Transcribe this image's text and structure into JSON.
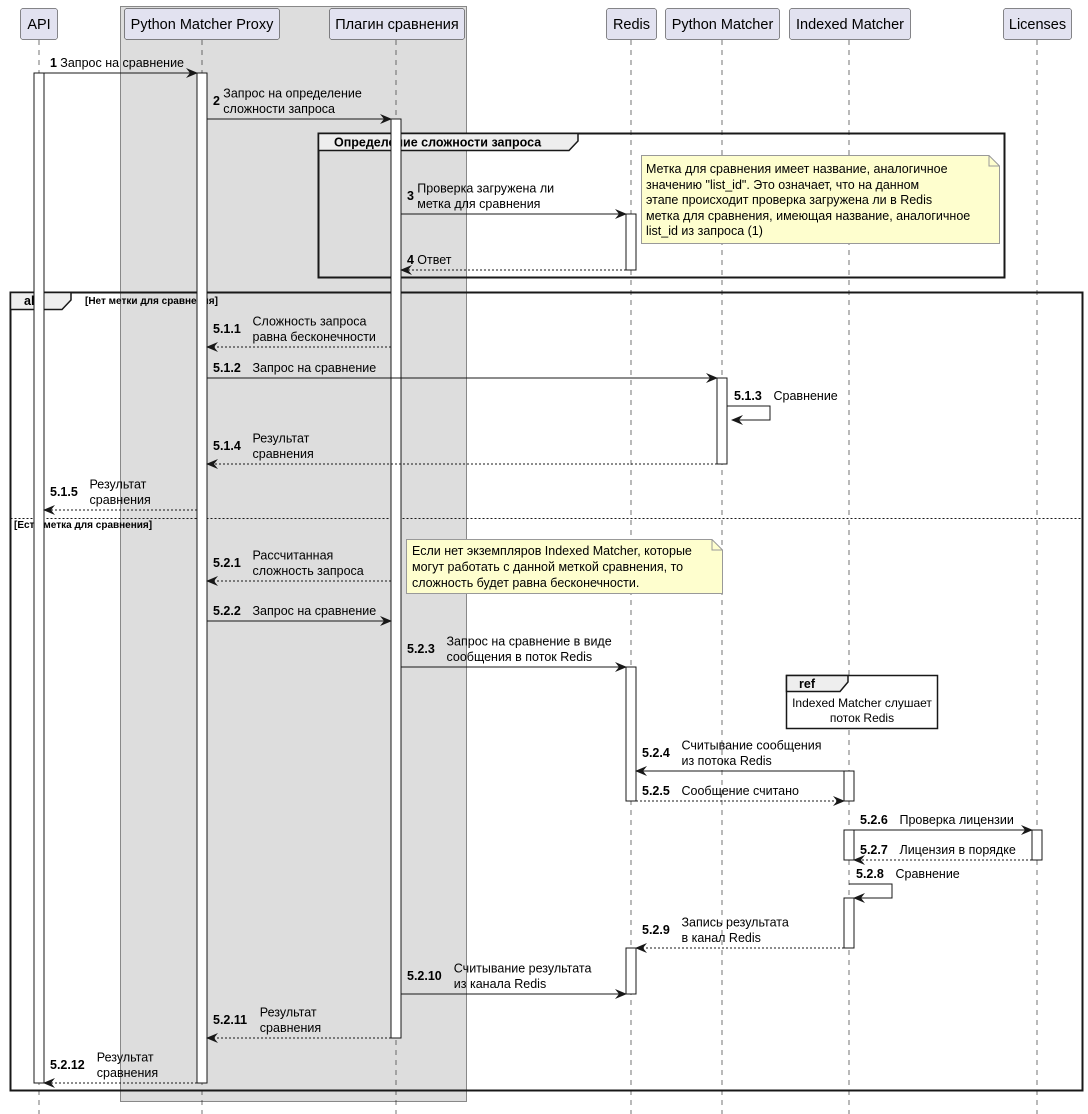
{
  "participants": [
    {
      "id": "api",
      "label": "API"
    },
    {
      "id": "proxy",
      "label": "Python Matcher Proxy"
    },
    {
      "id": "plugin",
      "label": "Плагин сравнения"
    },
    {
      "id": "redis",
      "label": "Redis"
    },
    {
      "id": "pymatcher",
      "label": "Python Matcher"
    },
    {
      "id": "indexed",
      "label": "Indexed Matcher"
    },
    {
      "id": "licenses",
      "label": "Licenses"
    }
  ],
  "highlight_box": {
    "participants": [
      "proxy",
      "plugin"
    ],
    "color": "#dddddd"
  },
  "colors": {
    "participant_fill": "#e2e2f0",
    "participant_border": "#181818",
    "note_fill": "#fefece",
    "frame_title_fill": "#eeeeee",
    "line": "#181818"
  },
  "groups": [
    {
      "type": "group",
      "title": "Определение сложности запроса"
    },
    {
      "type": "alt",
      "title": "alt",
      "guards": [
        "[Нет метки для сравнения]",
        "[Есть метка для сравнения]"
      ]
    },
    {
      "type": "ref",
      "title": "ref",
      "text": [
        "Indexed Matcher слушает",
        "поток Redis"
      ]
    }
  ],
  "notes": [
    {
      "lines": [
        "Метка для сравнения имеет название, аналогичное",
        "значению \"list_id\". Это означает, что на данном",
        "этапе происходит проверка загружена ли в Redis",
        "метка для сравнения, имеющая название, аналогичное",
        "list_id из запроса (1)"
      ]
    },
    {
      "lines": [
        "Если нет экземпляров Indexed Matcher, которые",
        "могут работать с данной меткой сравнения, то",
        "сложность будет равна бесконечности."
      ]
    }
  ],
  "messages": [
    {
      "num": "1",
      "from": "api",
      "to": "proxy",
      "style": "solid",
      "lines": [
        "Запрос на сравнение"
      ]
    },
    {
      "num": "2",
      "from": "proxy",
      "to": "plugin",
      "style": "solid",
      "lines": [
        "Запрос на определение",
        "сложности запроса"
      ]
    },
    {
      "num": "3",
      "from": "plugin",
      "to": "redis",
      "style": "solid",
      "lines": [
        "Проверка загружена ли",
        "метка для сравнения"
      ]
    },
    {
      "num": "4",
      "from": "redis",
      "to": "plugin",
      "style": "dashed",
      "lines": [
        "Ответ"
      ]
    },
    {
      "num": "5.1.1",
      "from": "plugin",
      "to": "proxy",
      "style": "dashed",
      "lines": [
        "Сложность запроса",
        "равна бесконечности"
      ]
    },
    {
      "num": "5.1.2",
      "from": "proxy",
      "to": "pymatcher",
      "style": "solid",
      "lines": [
        "Запрос на сравнение"
      ]
    },
    {
      "num": "5.1.3",
      "from": "pymatcher",
      "to": "pymatcher",
      "style": "solid",
      "lines": [
        "Сравнение"
      ]
    },
    {
      "num": "5.1.4",
      "from": "pymatcher",
      "to": "proxy",
      "style": "dashed",
      "lines": [
        "Результат",
        "сравнения"
      ]
    },
    {
      "num": "5.1.5",
      "from": "proxy",
      "to": "api",
      "style": "dashed",
      "lines": [
        "Результат",
        "сравнения"
      ]
    },
    {
      "num": "5.2.1",
      "from": "plugin",
      "to": "proxy",
      "style": "dashed",
      "lines": [
        "Рассчитанная",
        "сложность запроса"
      ]
    },
    {
      "num": "5.2.2",
      "from": "proxy",
      "to": "plugin",
      "style": "solid",
      "lines": [
        "Запрос на сравнение"
      ]
    },
    {
      "num": "5.2.3",
      "from": "plugin",
      "to": "redis",
      "style": "solid",
      "lines": [
        "Запрос на сравнение в виде",
        "сообщения в поток Redis"
      ]
    },
    {
      "num": "5.2.4",
      "from": "indexed",
      "to": "redis",
      "style": "solid",
      "lines": [
        "Считывание сообщения",
        "из потока Redis"
      ]
    },
    {
      "num": "5.2.5",
      "from": "redis",
      "to": "indexed",
      "style": "dashed",
      "lines": [
        "Сообщение считано"
      ]
    },
    {
      "num": "5.2.6",
      "from": "indexed",
      "to": "licenses",
      "style": "solid",
      "lines": [
        "Проверка лицензии"
      ]
    },
    {
      "num": "5.2.7",
      "from": "licenses",
      "to": "indexed",
      "style": "dashed",
      "lines": [
        "Лицензия в порядке"
      ]
    },
    {
      "num": "5.2.8",
      "from": "indexed",
      "to": "indexed",
      "style": "solid",
      "lines": [
        "Сравнение"
      ]
    },
    {
      "num": "5.2.9",
      "from": "indexed",
      "to": "redis",
      "style": "dashed",
      "lines": [
        "Запись результата",
        "в канал Redis"
      ]
    },
    {
      "num": "5.2.10",
      "from": "plugin",
      "to": "redis",
      "style": "solid",
      "lines": [
        "Считывание результата",
        " из канала Redis"
      ]
    },
    {
      "num": "5.2.11",
      "from": "plugin",
      "to": "proxy",
      "style": "dashed",
      "lines": [
        "Результат",
        "сравнения"
      ]
    },
    {
      "num": "5.2.12",
      "from": "proxy",
      "to": "api",
      "style": "dashed",
      "lines": [
        "Результат",
        "сравнения"
      ]
    }
  ]
}
